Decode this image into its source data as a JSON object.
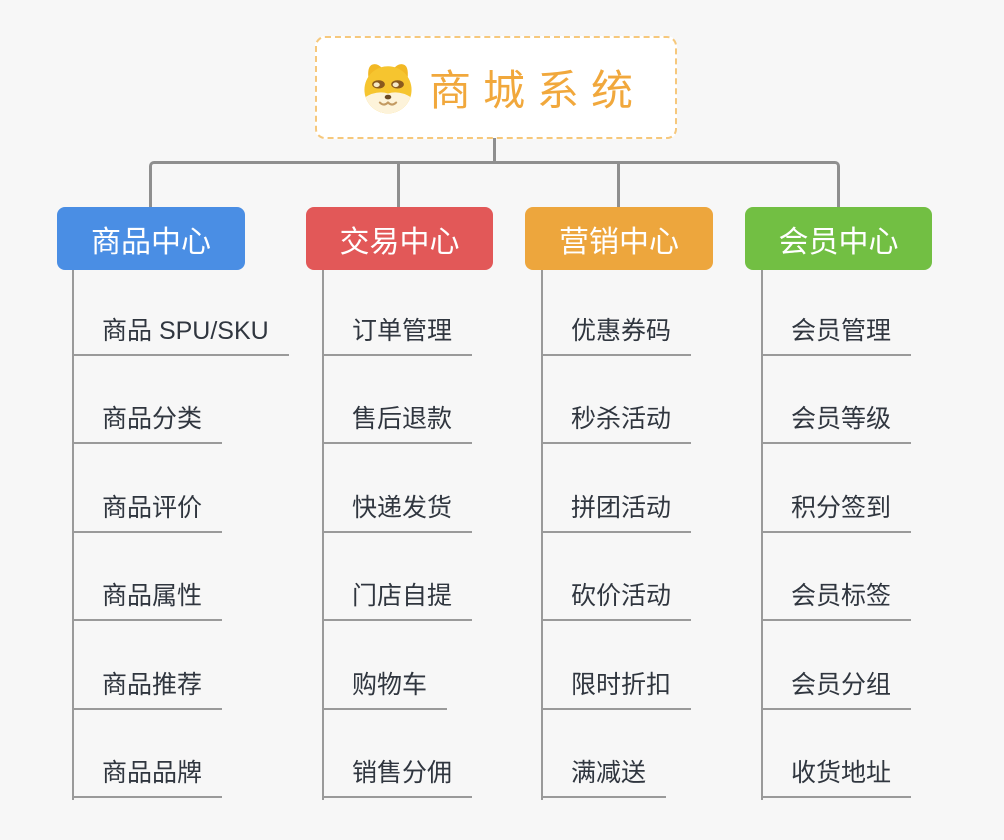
{
  "background_color": "#f7f7f7",
  "connector_color": "#8f8f8f",
  "underline_color": "#9a9a9a",
  "leaf_text_color": "#30363f",
  "root": {
    "title": "商城系统",
    "title_color": "#f1a83c",
    "border_color": "#f6c87c",
    "icon": "dog-face-icon"
  },
  "branches": [
    {
      "label": "商品中心",
      "color": "#4a8ee4",
      "children": [
        "商品 SPU/SKU",
        "商品分类",
        "商品评价",
        "商品属性",
        "商品推荐",
        "商品品牌"
      ]
    },
    {
      "label": "交易中心",
      "color": "#e25858",
      "children": [
        "订单管理",
        "售后退款",
        "快递发货",
        "门店自提",
        "购物车",
        "销售分佣"
      ]
    },
    {
      "label": "营销中心",
      "color": "#eda63d",
      "children": [
        "优惠券码",
        "秒杀活动",
        "拼团活动",
        "砍价活动",
        "限时折扣",
        "满减送"
      ]
    },
    {
      "label": "会员中心",
      "color": "#72bf43",
      "children": [
        "会员管理",
        "会员等级",
        "积分签到",
        "会员标签",
        "会员分组",
        "收货地址"
      ]
    }
  ]
}
